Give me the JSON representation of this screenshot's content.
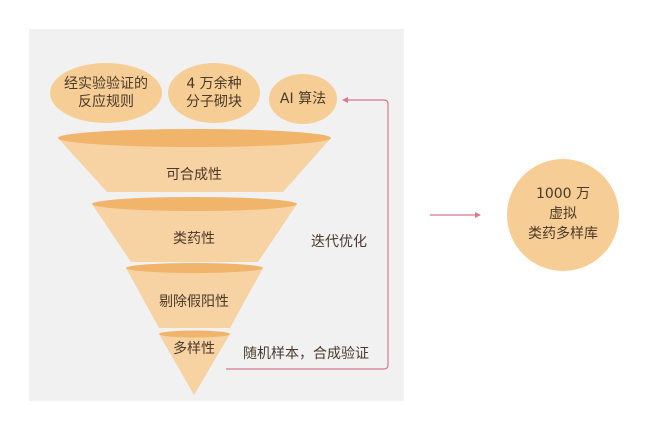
{
  "inputs": [
    {
      "line1": "经实验验证的",
      "line2": "反应规则"
    },
    {
      "line1": "4 万余种",
      "line2": "分子砌块"
    },
    {
      "line1": "AI 算法"
    }
  ],
  "funnel_stages": [
    {
      "label": "可合成性"
    },
    {
      "label": "类药性"
    },
    {
      "label": "剔除假阳性"
    },
    {
      "label": "多样性"
    }
  ],
  "annotations": {
    "iterate": "迭代优化",
    "sample": "随机样本，合成验证"
  },
  "output": {
    "line1": "1000 万",
    "line2": "虚拟",
    "line3": "类药多样库"
  },
  "colors": {
    "panel": "#f1f1f1",
    "funnel_fill": "#f7d2a2",
    "funnel_rim": "#f0b46a",
    "bubble": "#f6cd95",
    "arrow": "#d9788e"
  }
}
